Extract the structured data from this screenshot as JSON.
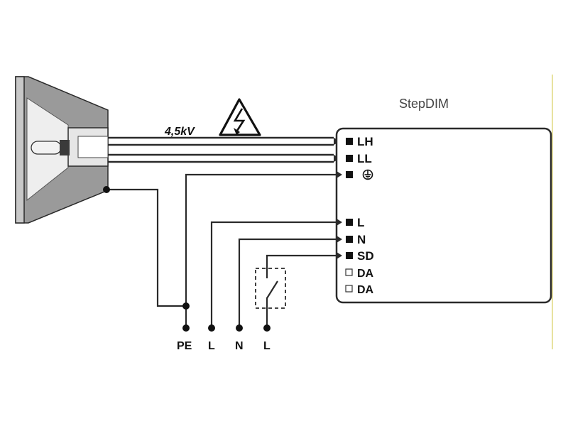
{
  "device": {
    "title": "StepDIM",
    "terminals": [
      {
        "label": "LH",
        "type": "filled"
      },
      {
        "label": "LL",
        "type": "filled"
      },
      {
        "label": "",
        "type": "filled",
        "icon": "earth-ground-icon"
      },
      {
        "label": "L",
        "type": "filled"
      },
      {
        "label": "N",
        "type": "filled"
      },
      {
        "label": "SD",
        "type": "filled"
      },
      {
        "label": "DA",
        "type": "hollow"
      },
      {
        "label": "DA",
        "type": "hollow"
      }
    ]
  },
  "lamp_line": {
    "voltage": "4,5kV",
    "warning_icon": "high-voltage-warning-icon"
  },
  "supply": {
    "labels": [
      "PE",
      "L",
      "N",
      "L"
    ]
  },
  "colors": {
    "line": "#2a2a2a",
    "lamp_body": "#9a9a9a",
    "lamp_dark": "#6e6e6e",
    "lamp_light": "#e6e6e6",
    "accent_right": "#e8e2a0"
  }
}
